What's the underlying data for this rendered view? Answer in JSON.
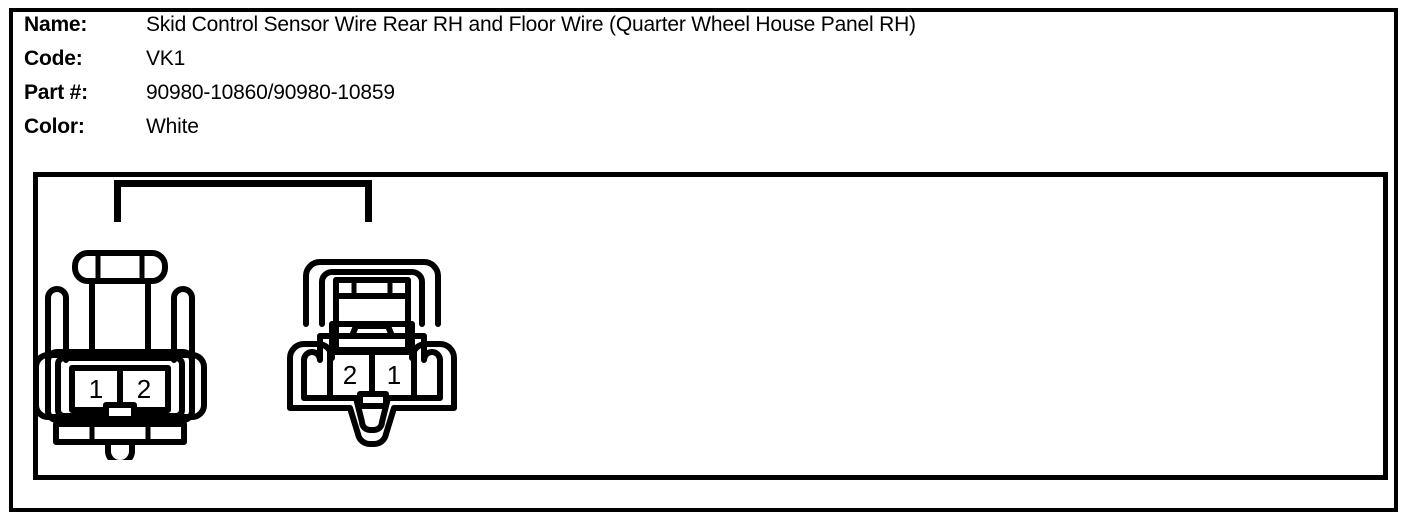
{
  "info": {
    "rows": [
      {
        "label": "Name:",
        "value": "Skid Control Sensor Wire Rear RH and Floor Wire (Quarter Wheel House Panel RH)"
      },
      {
        "label": "Code:",
        "value": "VK1"
      },
      {
        "label": "Part #:",
        "value": "90980-10860/90980-10859"
      },
      {
        "label": "Color:",
        "value": "White"
      }
    ]
  },
  "diagram": {
    "connectors": [
      {
        "name": "left-connector",
        "type": "female-housing",
        "pins": [
          "1",
          "2"
        ],
        "pin_count": 2
      },
      {
        "name": "right-connector",
        "type": "male-housing",
        "pins": [
          "2",
          "1"
        ],
        "pin_count": 2
      }
    ],
    "bracket": {
      "name": "connector-pair-bracket",
      "style": "square-down"
    }
  },
  "colors": {
    "line": "#000000",
    "background": "#ffffff",
    "text": "#000000"
  }
}
